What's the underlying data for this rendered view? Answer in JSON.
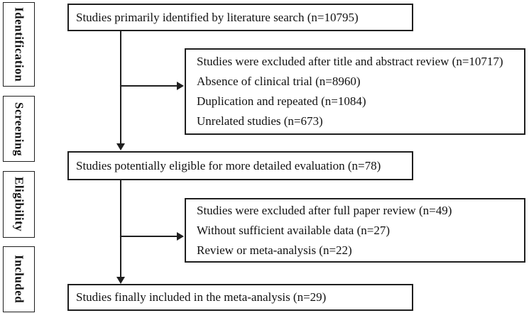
{
  "diagram": {
    "type": "prisma-flowchart",
    "stages": [
      {
        "label": "Identification"
      },
      {
        "label": "Screening"
      },
      {
        "label": "Eligibility"
      },
      {
        "label": "Included"
      }
    ],
    "flow_boxes": [
      {
        "text": "Studies primarily identified by literature search (n=10795)"
      },
      {
        "text": "Studies potentially eligible for more detailed evaluation (n=78)"
      },
      {
        "text": "Studies finally included in the meta-analysis (n=29)"
      }
    ],
    "exclusion_boxes": [
      {
        "lines": [
          "Studies were excluded after title and abstract review (n=10717)",
          "Absence of clinical trial (n=8960)",
          "Duplication and repeated (n=1084)",
          "Unrelated studies (n=673)"
        ]
      },
      {
        "lines": [
          "Studies were excluded after full paper review (n=49)",
          "Without sufficient available data (n=27)",
          "Review or meta-analysis (n=22)"
        ]
      }
    ],
    "counts": {
      "identified": 10795,
      "excluded_title_abstract": 10717,
      "no_clinical_trial": 8960,
      "duplication": 1084,
      "unrelated": 673,
      "eligible_detailed": 78,
      "excluded_full_paper": 49,
      "insufficient_data": 27,
      "review_or_meta": 22,
      "final_included": 29
    },
    "colors": {
      "border": "#1f1f1f",
      "text": "#111111",
      "background": "#ffffff"
    }
  }
}
